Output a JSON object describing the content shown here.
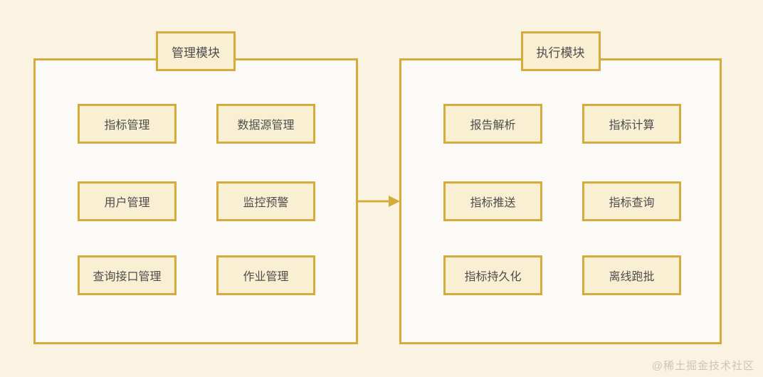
{
  "diagram": {
    "description": "Two-module architecture diagram connected by an arrow",
    "modules": [
      {
        "title": "管理模块",
        "items": [
          "指标管理",
          "数据源管理",
          "用户管理",
          "监控预警",
          "查询接口管理",
          "作业管理"
        ]
      },
      {
        "title": "执行模块",
        "items": [
          "报告解析",
          "指标计算",
          "指标推送",
          "指标查询",
          "指标持久化",
          "离线跑批"
        ]
      }
    ],
    "connection": {
      "from": "管理模块",
      "to": "执行模块",
      "direction": "right"
    }
  },
  "watermark": "@稀土掘金技术社区",
  "colors": {
    "page_background": "#FAF3E1",
    "container_fill": "#FBFAF7",
    "box_fill": "#F9EFD3",
    "border_accent": "#D5AC3B",
    "text": "#4D4D4D",
    "watermark_text": "#CCC6B9"
  }
}
